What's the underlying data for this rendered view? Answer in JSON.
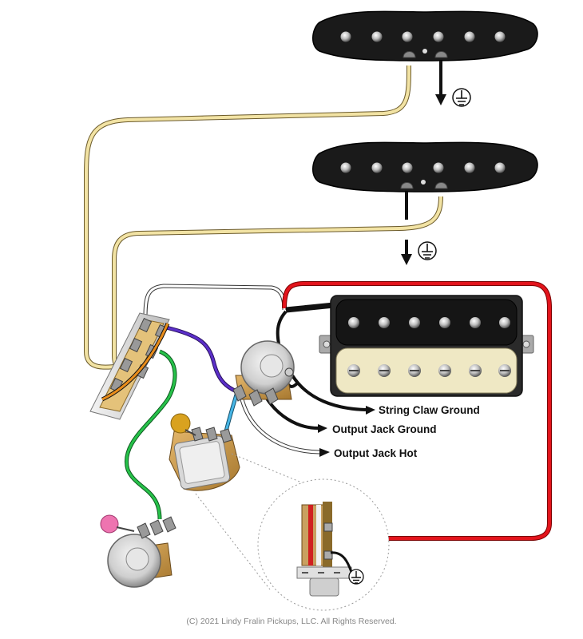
{
  "labels": {
    "string_claw_ground": "String Claw Ground",
    "output_jack_ground": "Output Jack Ground",
    "output_jack_hot": "Output Jack Hot"
  },
  "copyright": "(C) 2021 Lindy Fralin Pickups, LLC. All Rights Reserved.",
  "colors": {
    "wire_yellow": "#f2e3a4",
    "wire_white": "#ffffff",
    "wire_purple": "#5b2fc9",
    "wire_green": "#27c24a",
    "wire_blue": "#47b6e6",
    "wire_red": "#e3141c",
    "wire_black": "#111111",
    "humbucker_cream": "#efe8c4",
    "pot_knob_yellow": "#d9a21f",
    "pot_knob_pink": "#ee74b0"
  },
  "icons": [
    "ground-icon",
    "arrow-icon"
  ]
}
